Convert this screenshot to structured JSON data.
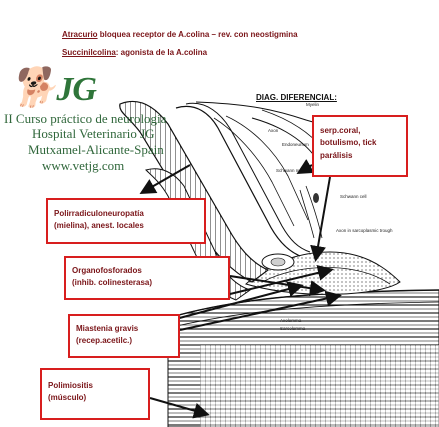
{
  "header": {
    "line1_term": "Atracurio",
    "line1_rest": " bloquea receptor de A.colina – rev. con neostigmina",
    "line2_term": "Succinilcolina",
    "line2_rest": ": agonista de la A.colina"
  },
  "watermark": {
    "logo_text": "JG",
    "line1": "II Curso práctico de neurología",
    "line2": "Hospital Veterinario JG",
    "line3": "Mutxamel-Alicante-Spain",
    "line4": "www.vetjg.com"
  },
  "diagram": {
    "section_title": "DIAG. DIFERENCIAL:",
    "anatomy_labels": {
      "myelin": "Myelin",
      "axon": "Axon",
      "endoneurium": "Endoneurium",
      "schwann_nucleus": "Schwann nucleus",
      "schwann_cell": "Schwann cell",
      "axon_sarcoplasmic": "Axon in sarcoplasmic trough",
      "axolemma": "Axolemma",
      "sarcolemma": "Sarcolemma",
      "myofibrils": "Myofibrils"
    }
  },
  "boxes": {
    "serp": {
      "line1": "serp.coral,",
      "line2": "botulismo, tick",
      "line3": "parálisis"
    },
    "poli": {
      "line1": "Polirradiculoneuropatía",
      "line2": "(mielina), anest. locales"
    },
    "organo": {
      "line1": "Organofosforados",
      "line2": "(inhib. colinesterasa)"
    },
    "miast": {
      "line1": "Miastenia gravis",
      "line2": "(recep.acetilc.)"
    },
    "polim": {
      "line1": "Polimiositis",
      "line2": "(músculo)"
    }
  },
  "colors": {
    "box_border": "#d81e1e",
    "box_text": "#7a1418",
    "header_text": "#7a1418",
    "watermark": "#1e5a2a",
    "line_art": "#111111"
  }
}
